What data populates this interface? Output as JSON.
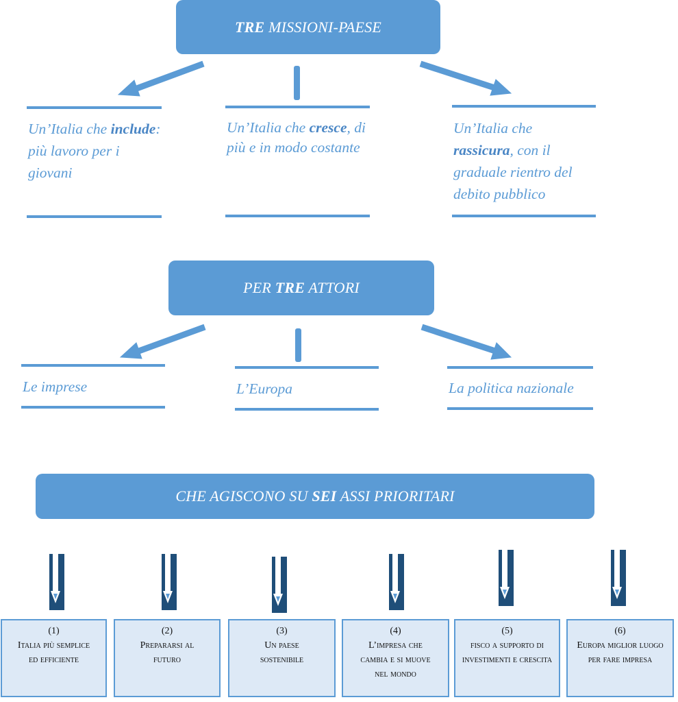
{
  "missions": {
    "title_bold": "TRE",
    "title_rest": " MISSIONI-PAESE",
    "items": [
      {
        "pre": "Un’Italia che ",
        "bold": "include",
        "post": ": più lavoro per i giovani"
      },
      {
        "pre": "Un’Italia che ",
        "bold": "cresce",
        "post": ", di più e in modo costante"
      },
      {
        "pre": "Un’Italia che ",
        "bold": "rassicura",
        "post": ", con il graduale rientro del debito pubblico"
      }
    ]
  },
  "actors": {
    "title_pre": "PER ",
    "title_bold": "TRE",
    "title_post": " ATTORI",
    "items": [
      "Le imprese",
      "L’Europa",
      "La politica nazionale"
    ]
  },
  "axes": {
    "title_pre": "CHE AGISCONO SU ",
    "title_bold": "SEI",
    "title_post": " ASSI PRIORITARI",
    "items": [
      {
        "num": "(1)",
        "text": "Italia più semplice ed efficiente"
      },
      {
        "num": "(2)",
        "text": "Prepararsi al futuro"
      },
      {
        "num": "(3)",
        "text": "Un paese sostenibile"
      },
      {
        "num": "(4)",
        "text": "L’impresa che cambia e si muove nel mondo"
      },
      {
        "num": "(5)",
        "text": "fisco a supporto di investimenti e crescita"
      },
      {
        "num": "(6)",
        "text": "Europa miglior luogo per fare impresa"
      }
    ]
  },
  "colors": {
    "accent": "#5b9bd5",
    "dark_arrow": "#1f4e79",
    "box_fill": "#dde9f6"
  }
}
